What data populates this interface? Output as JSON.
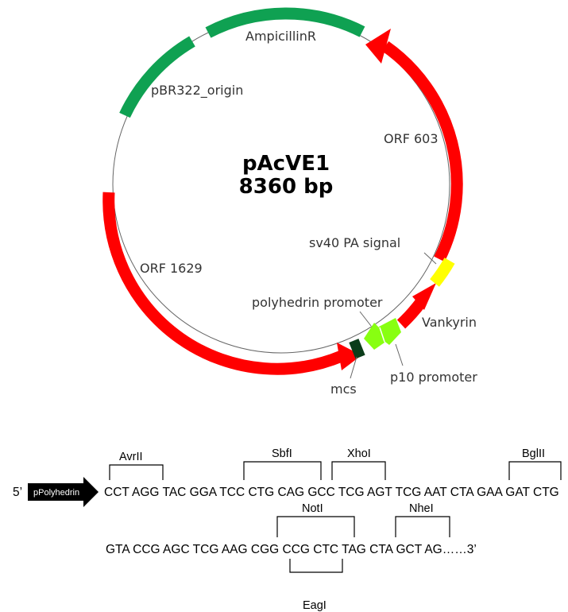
{
  "plasmid": {
    "name": "pAcVE1",
    "size": "8360 bp"
  },
  "features": {
    "ampicillin": "AmpicillinR",
    "origin": "pBR322_origin",
    "orf603": "ORF 603",
    "orf1629": "ORF 1629",
    "sv40": "sv40 PA signal",
    "polyhedrin": "polyhedrin promoter",
    "vankyrin": "Vankyrin",
    "mcs": "mcs",
    "p10": "p10 promoter"
  },
  "colors": {
    "green": "#0fa152",
    "red": "#ff0000",
    "yellow": "#ffff00",
    "lime": "#88ff11",
    "darkgreen": "#0b3d1a"
  },
  "sequence": {
    "five_prime": "5’",
    "promoter_label": "pPolyhedrin",
    "line1": "CCT AGG TAC GGA TCC CTG CAG GCC TCG AGT TCG AAT CTA GAA GAT CTG",
    "line2": "GTA CCG AGC TCG AAG CGG CCG CTC TAG CTA GCT AG……3’"
  },
  "enzymes": {
    "avrii": "AvrII",
    "sbfi": "SbfI",
    "xhoi": "XhoI",
    "bglii": "BglII",
    "noti": "NotI",
    "nhei": "NheI",
    "eagi": "EagI"
  }
}
